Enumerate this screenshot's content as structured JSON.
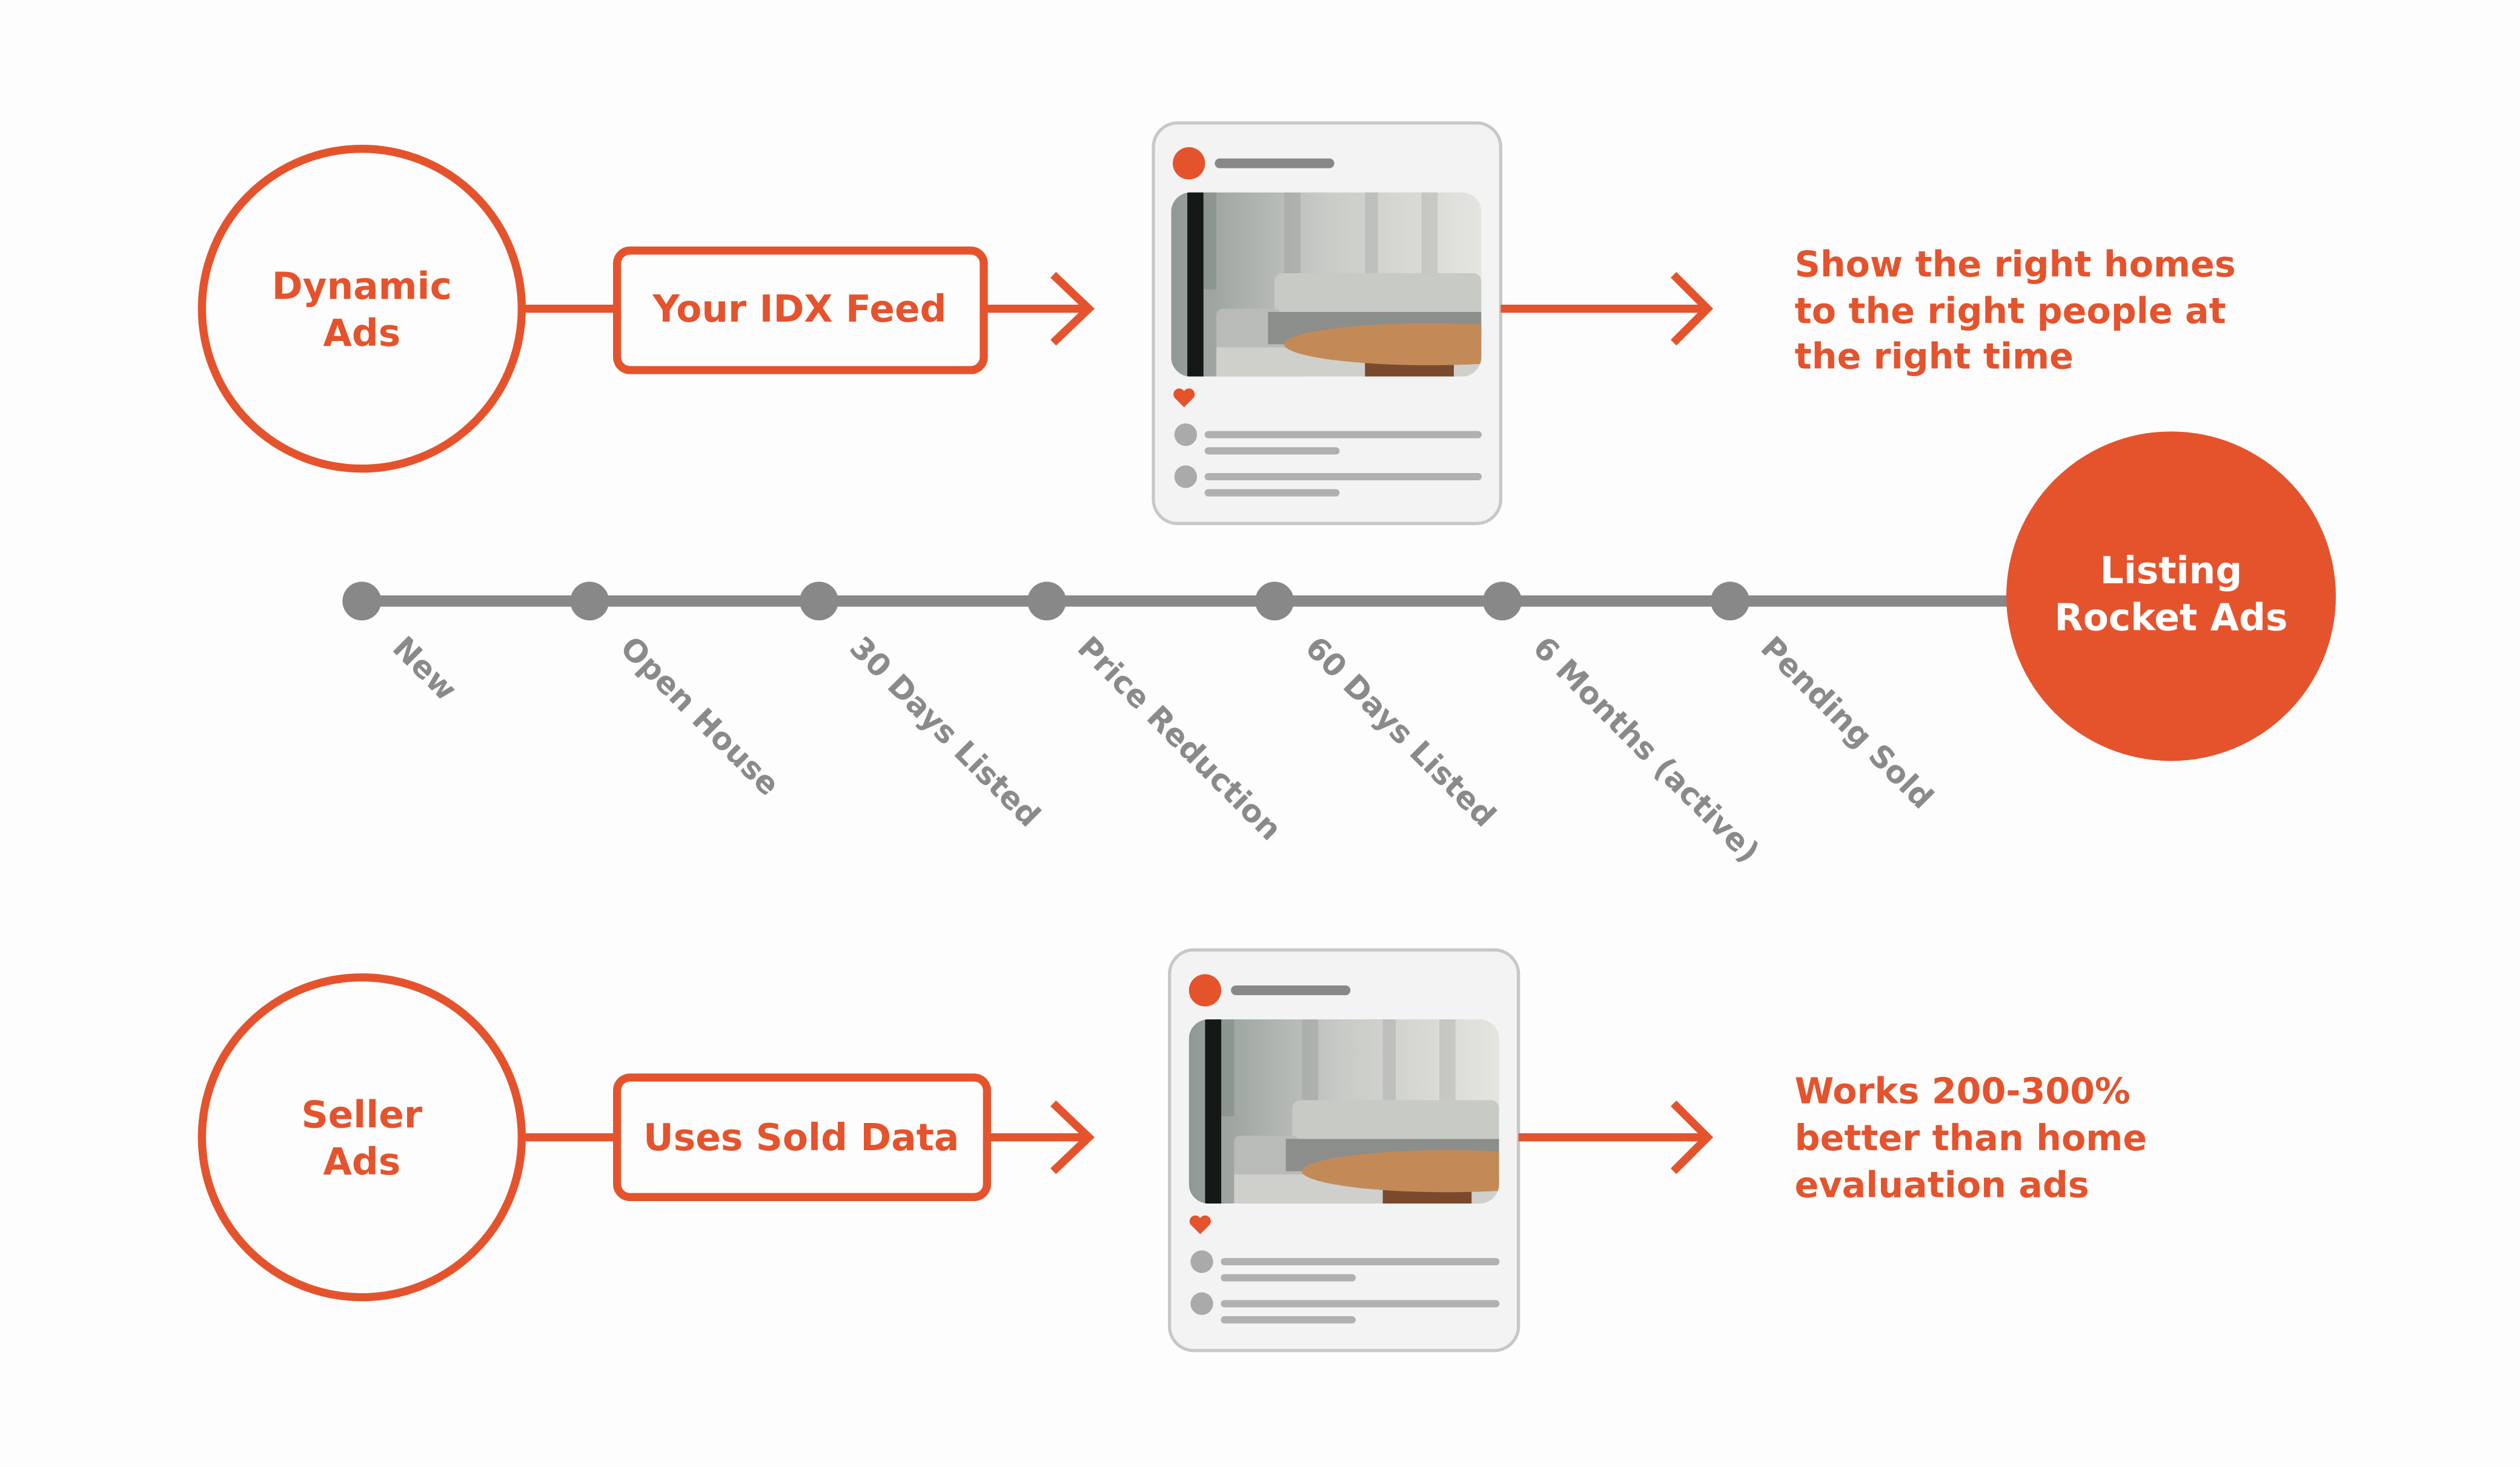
{
  "colors": {
    "accent": "#e5532d",
    "gray": "#888888",
    "card": "#f3f3f3"
  },
  "dynamic": {
    "circle_lines": [
      "Dynamic",
      "Ads"
    ],
    "box_label": "Your IDX Feed",
    "result_lines": [
      "Show the right homes",
      "to the right people at",
      "the right time"
    ]
  },
  "seller": {
    "circle_lines": [
      "Seller",
      "Ads"
    ],
    "box_label": "Uses Sold Data",
    "result_lines": [
      "Works 200-300%",
      "better than home",
      "evaluation ads"
    ]
  },
  "timeline": {
    "stages": [
      "New",
      "Open House",
      "30 Days Listed",
      "Price Reduction",
      "60 Days Listed",
      "6 Months (active)",
      "Pending Sold"
    ],
    "end_lines": [
      "Listing",
      "Rocket Ads"
    ]
  }
}
